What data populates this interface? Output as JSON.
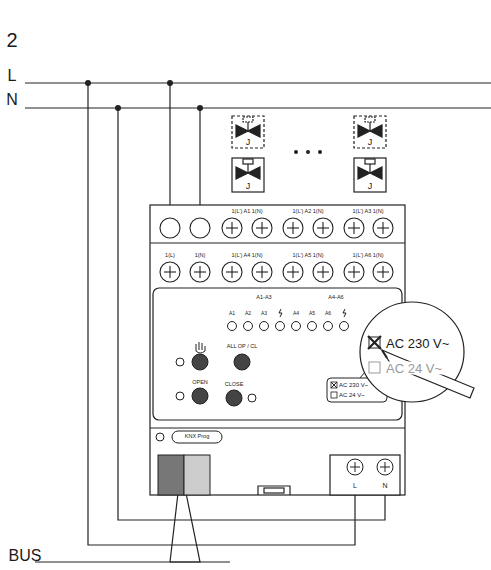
{
  "diagram": {
    "labels": [
      "2",
      "L",
      "N",
      "J",
      "J",
      "J",
      "J",
      "1(L') A1 1(N)",
      "1(L') A2 1(N)",
      "1(L') A3 1(N)",
      "1(L)",
      "1(N)",
      "1(L') A4 1(N)",
      "1(L') A5 1(N)",
      "1(L') A6 1(N)",
      "A1-A3",
      "A4-A6",
      "A1",
      "A2",
      "A3",
      "A4",
      "A5",
      "A6",
      "ALL OP / CL",
      "OPEN",
      "CLOSE",
      "AC 230 V~",
      "AC 24 V~",
      "AC 230 V~",
      "AC 24 V~",
      "KNX Prog",
      "L",
      "N",
      "BUS"
    ]
  }
}
